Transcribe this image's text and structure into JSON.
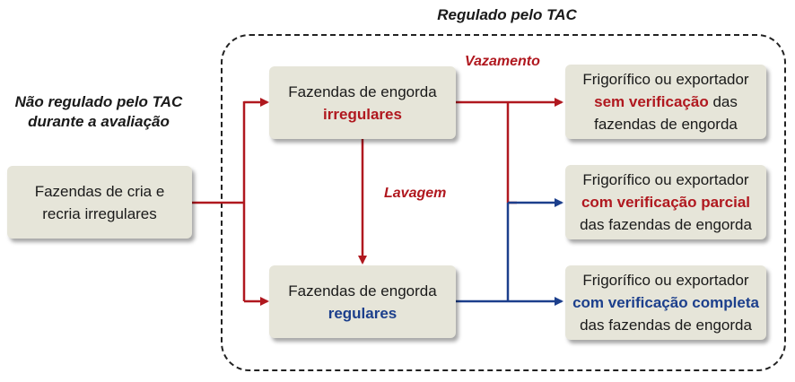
{
  "captions": {
    "regulated": "Regulado pelo TAC",
    "not_regulated_line1": "Não regulado pelo TAC",
    "not_regulated_line2": "durante a avaliação"
  },
  "nodes": {
    "cria": {
      "line1": "Fazendas de cria e",
      "line2": "recria irregulares"
    },
    "irregulares": {
      "line1": "Fazendas de engorda",
      "line2": "irregulares"
    },
    "regulares": {
      "line1": "Fazendas de engorda",
      "line2": "regulares"
    },
    "sem_verificacao": {
      "line1": "Frigorífico ou exportador",
      "highlight": "sem verificação",
      "rest": " das",
      "line3": "fazendas de engorda"
    },
    "verificacao_parcial": {
      "line1": "Frigorífico ou exportador",
      "highlight": "com verificação parcial",
      "line3": "das fazendas de engorda"
    },
    "verificacao_completa": {
      "line1": "Frigorífico ou exportador",
      "highlight": "com verificação completa",
      "line3": "das fazendas de engorda"
    }
  },
  "flow_labels": {
    "vazamento": "Vazamento",
    "lavagem": "Lavagem"
  },
  "colors": {
    "red_flow": "#b0181f",
    "blue_flow": "#1c3f8c",
    "box_fill": "#e6e5d9"
  }
}
